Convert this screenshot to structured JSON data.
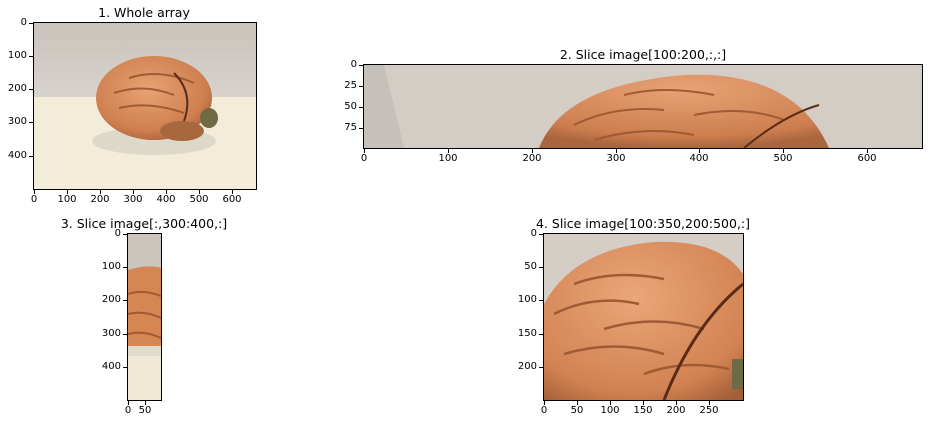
{
  "panels": [
    {
      "id": "p1",
      "title": "1. Whole array",
      "x_ticks": [
        "0",
        "100",
        "200",
        "300",
        "400",
        "500",
        "600"
      ],
      "y_ticks": [
        "0",
        "100",
        "200",
        "300",
        "400"
      ]
    },
    {
      "id": "p2",
      "title": "2. Slice image[100:200,:,:]",
      "x_ticks": [
        "0",
        "100",
        "200",
        "300",
        "400",
        "500",
        "600"
      ],
      "y_ticks": [
        "0",
        "25",
        "50",
        "75"
      ]
    },
    {
      "id": "p3",
      "title": "3. Slice image[:,300:400,:]",
      "x_ticks": [
        "0",
        "50"
      ],
      "y_ticks": [
        "0",
        "100",
        "200",
        "300",
        "400"
      ]
    },
    {
      "id": "p4",
      "title": "4. Slice image[100:350,200:500,:]",
      "x_ticks": [
        "0",
        "50",
        "100",
        "150",
        "200",
        "250"
      ],
      "y_ticks": [
        "0",
        "50",
        "100",
        "150",
        "200"
      ]
    }
  ]
}
